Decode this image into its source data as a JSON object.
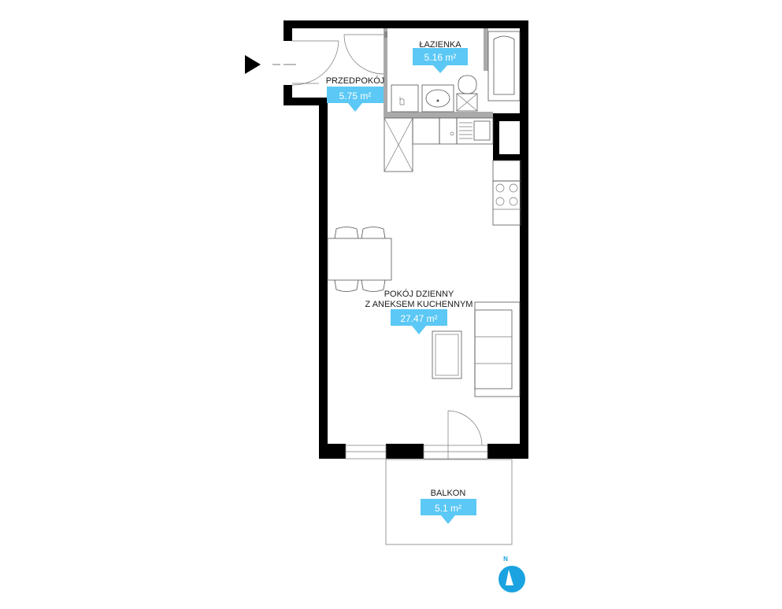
{
  "rooms": {
    "bathroom": {
      "name": "ŁAZIENKA",
      "area": "5.16 m²"
    },
    "hallway": {
      "name": "PRZEDPOKÓJ",
      "area": "5.75 m²"
    },
    "living": {
      "name_line1": "POKÓJ DZIENNY",
      "name_line2": "Z ANEKSEM KUCHENNYM",
      "area": "27.47 m²"
    },
    "balcony": {
      "name": "BALKON",
      "area": "5.1 m²"
    }
  },
  "compass": {
    "label": "N"
  },
  "colors": {
    "wall": "#000000",
    "area_badge": "#5bc8f5",
    "compass": "#1aa3e0",
    "partition": "#aaaaaa"
  },
  "icons": {
    "entrance": "entrance-arrow-icon",
    "compass": "compass-icon"
  }
}
